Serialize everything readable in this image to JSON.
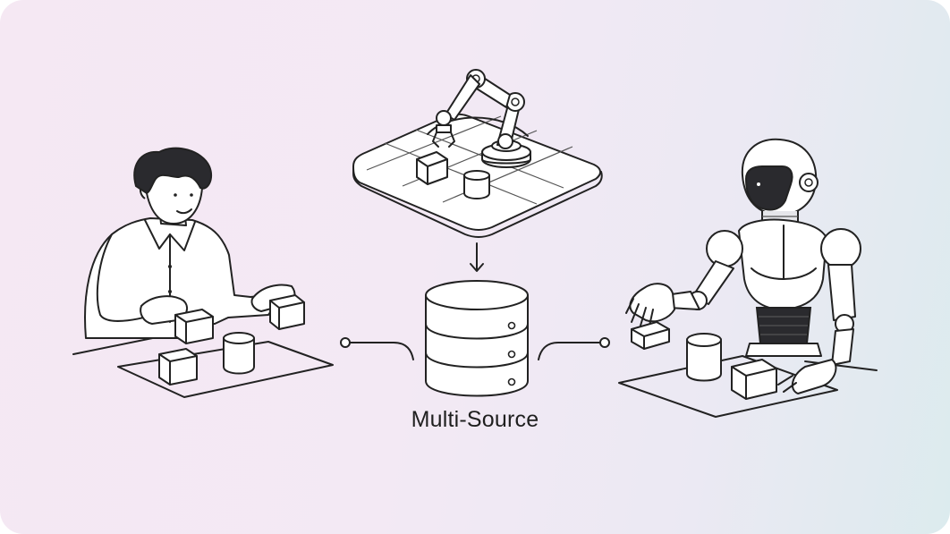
{
  "diagram": {
    "caption": "Multi-Source",
    "nodes": [
      {
        "id": "human",
        "icon": "human-demonstrator-icon"
      },
      {
        "id": "simulation",
        "icon": "robot-arm-simulation-icon"
      },
      {
        "id": "humanoid",
        "icon": "humanoid-robot-icon"
      },
      {
        "id": "database",
        "icon": "database-icon"
      }
    ],
    "edges": [
      {
        "from": "simulation",
        "to": "database",
        "style": "arrow"
      },
      {
        "from": "human",
        "to": "database",
        "style": "line-with-dot"
      },
      {
        "from": "humanoid",
        "to": "database",
        "style": "line-with-dot"
      }
    ]
  },
  "colors": {
    "background_start": "#f5e8f3",
    "background_end": "#dcebee",
    "stroke": "#222222"
  }
}
